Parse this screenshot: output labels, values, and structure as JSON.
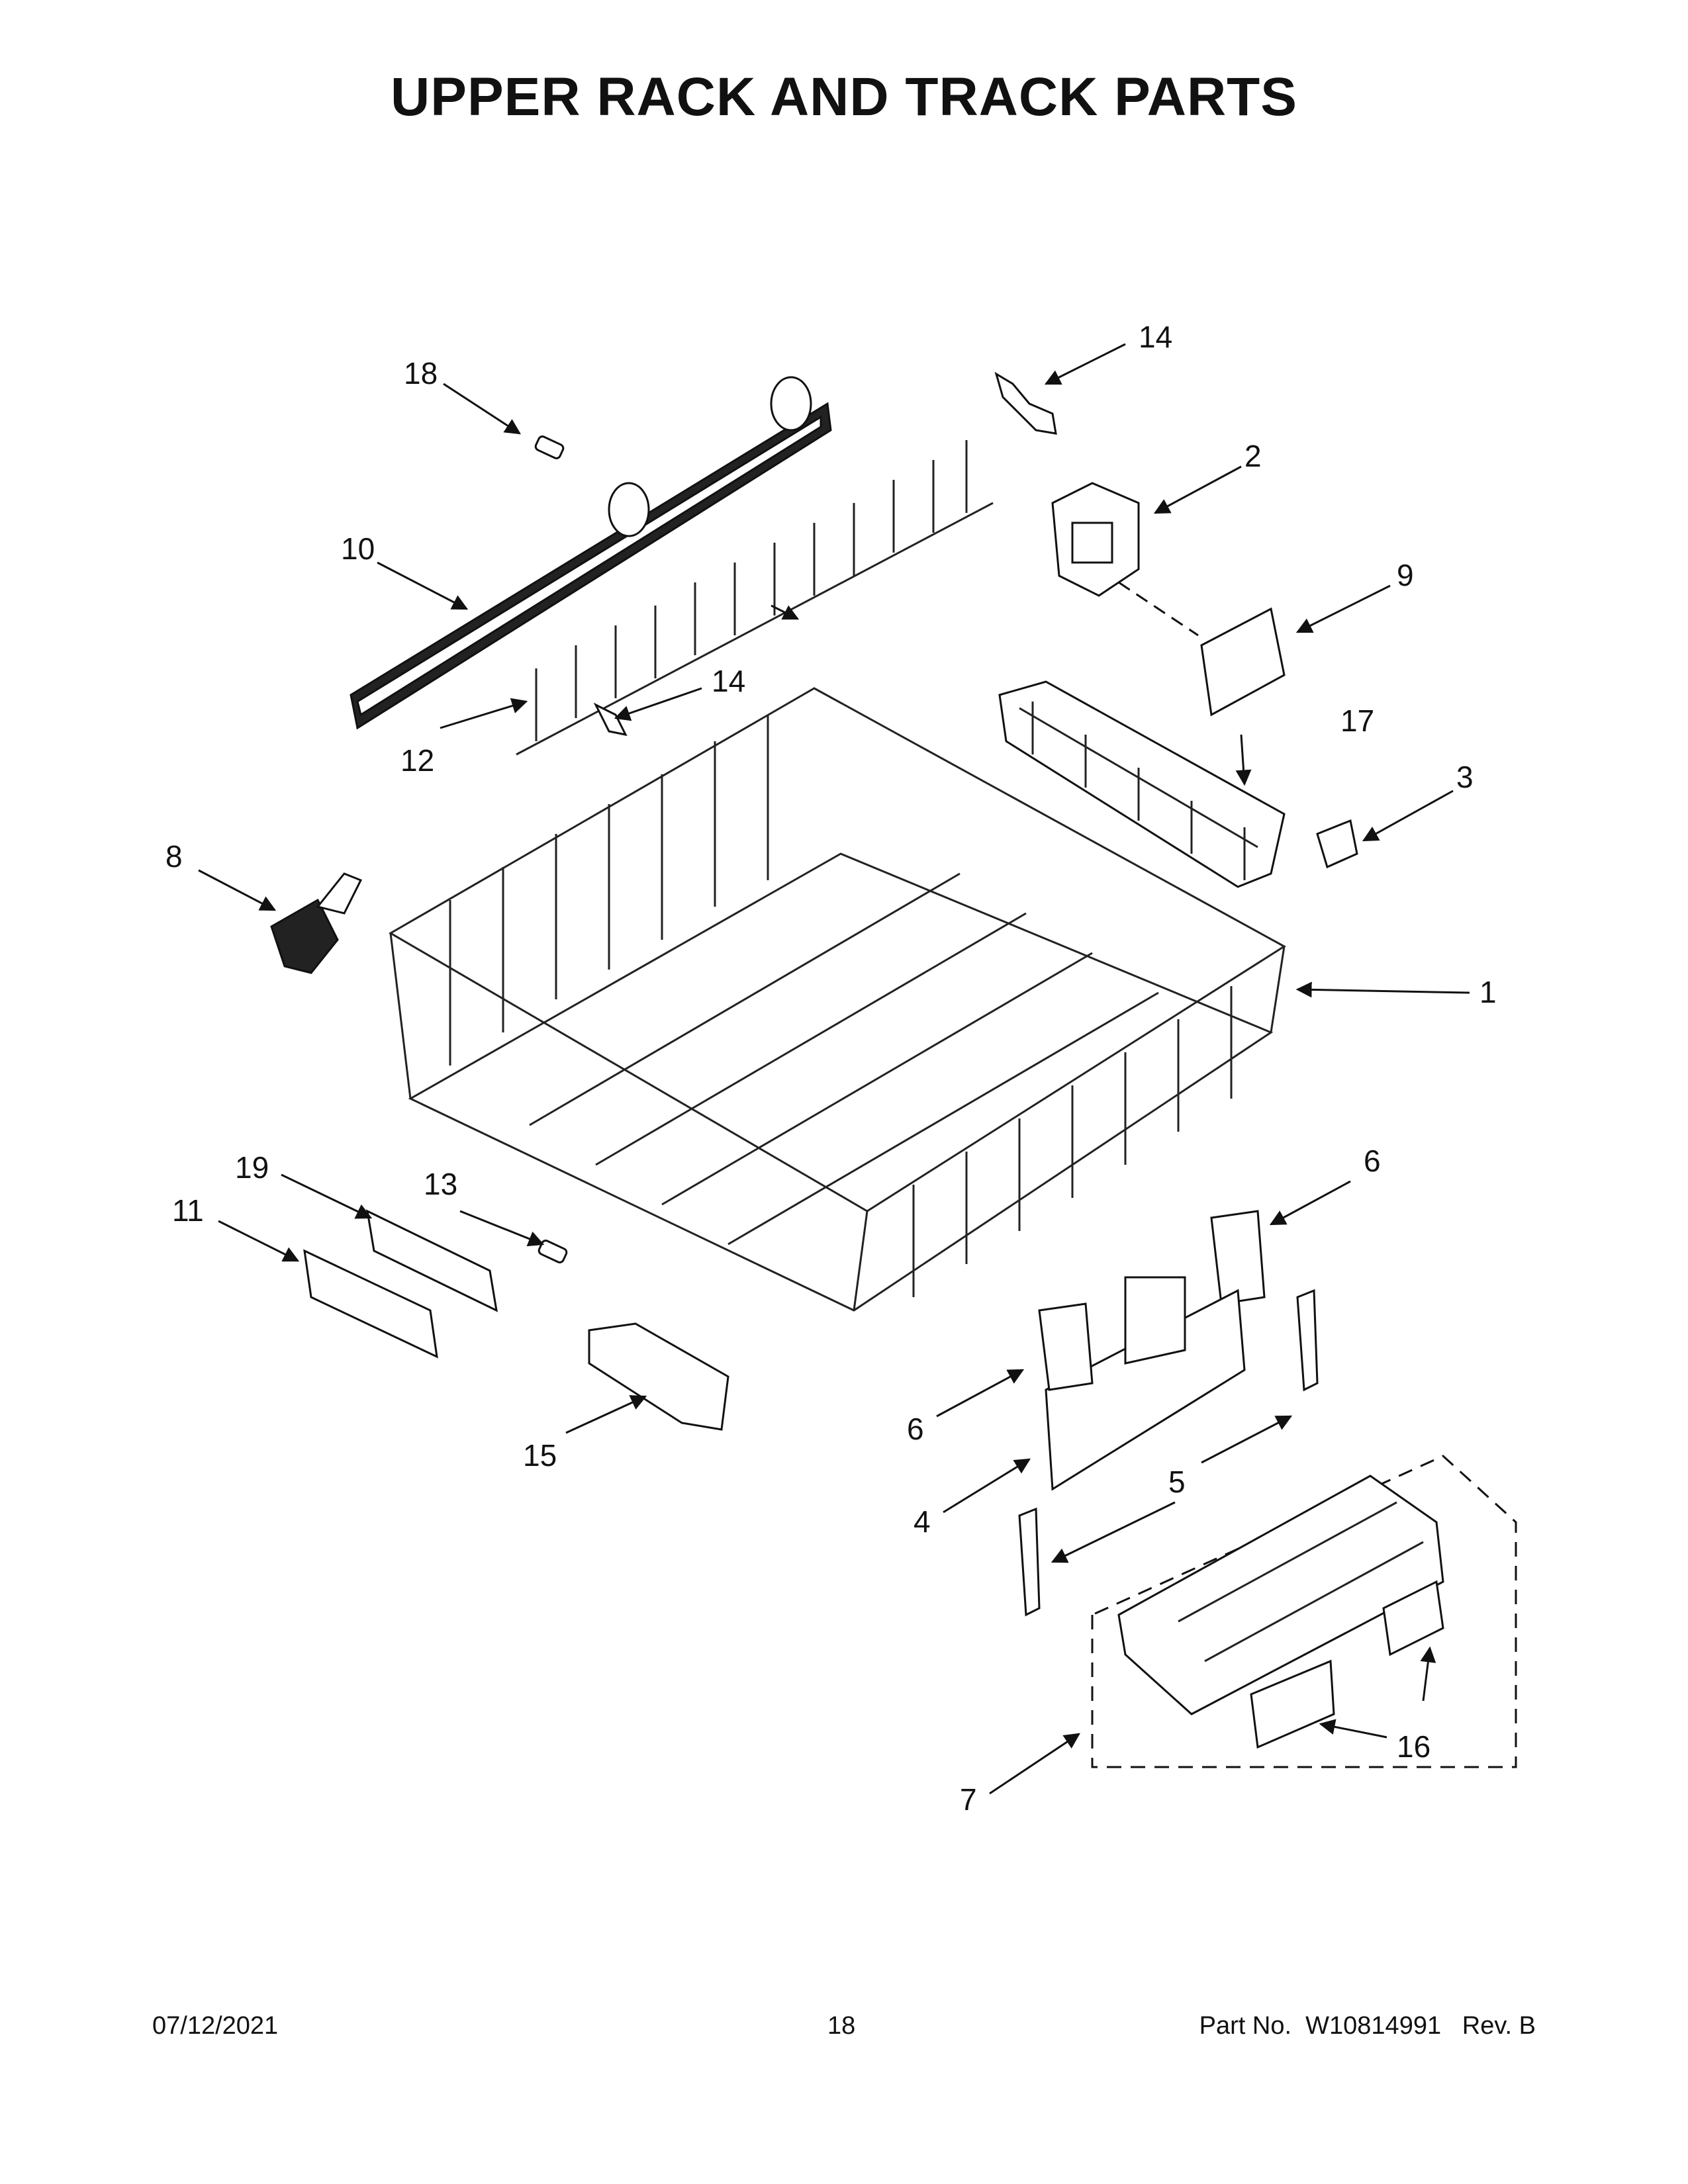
{
  "page": {
    "title": "UPPER RACK AND TRACK PARTS",
    "footer": {
      "date": "07/12/2021",
      "page_number": "18",
      "part_label": "Part No.",
      "part_number": "W10814991",
      "revision": "Rev. B"
    }
  },
  "callouts": [
    "1",
    "2",
    "3",
    "4",
    "5",
    "6",
    "6",
    "7",
    "8",
    "9",
    "10",
    "11",
    "12",
    "13",
    "14",
    "14",
    "15",
    "16",
    "17",
    "18",
    "19"
  ]
}
